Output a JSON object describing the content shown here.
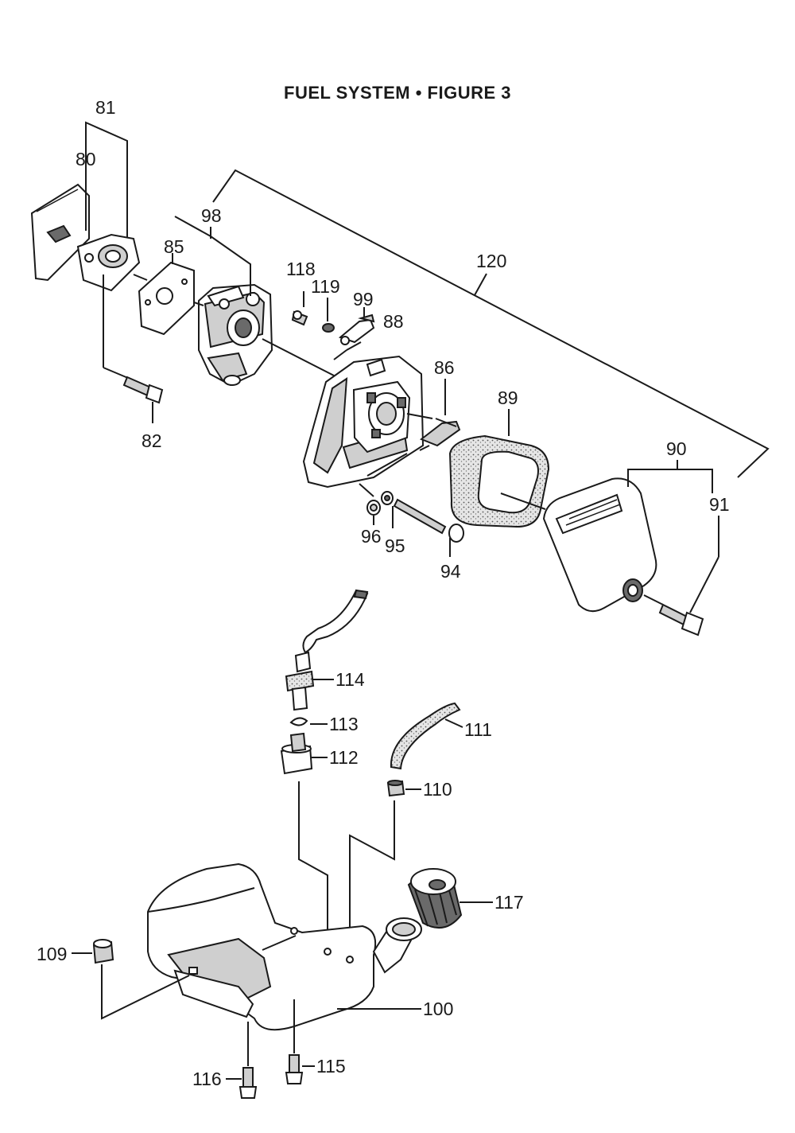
{
  "title": "FUEL SYSTEM • FIGURE 3",
  "callouts": {
    "p80": "80",
    "p81": "81",
    "p82": "82",
    "p85": "85",
    "p86": "86",
    "p88": "88",
    "p89": "89",
    "p90": "90",
    "p91": "91",
    "p94": "94",
    "p95": "95",
    "p96": "96",
    "p98": "98",
    "p99": "99",
    "p100": "100",
    "p109": "109",
    "p110": "110",
    "p111": "111",
    "p112": "112",
    "p113": "113",
    "p114": "114",
    "p115": "115",
    "p116": "116",
    "p117": "117",
    "p118": "118",
    "p119": "119",
    "p120": "120"
  }
}
